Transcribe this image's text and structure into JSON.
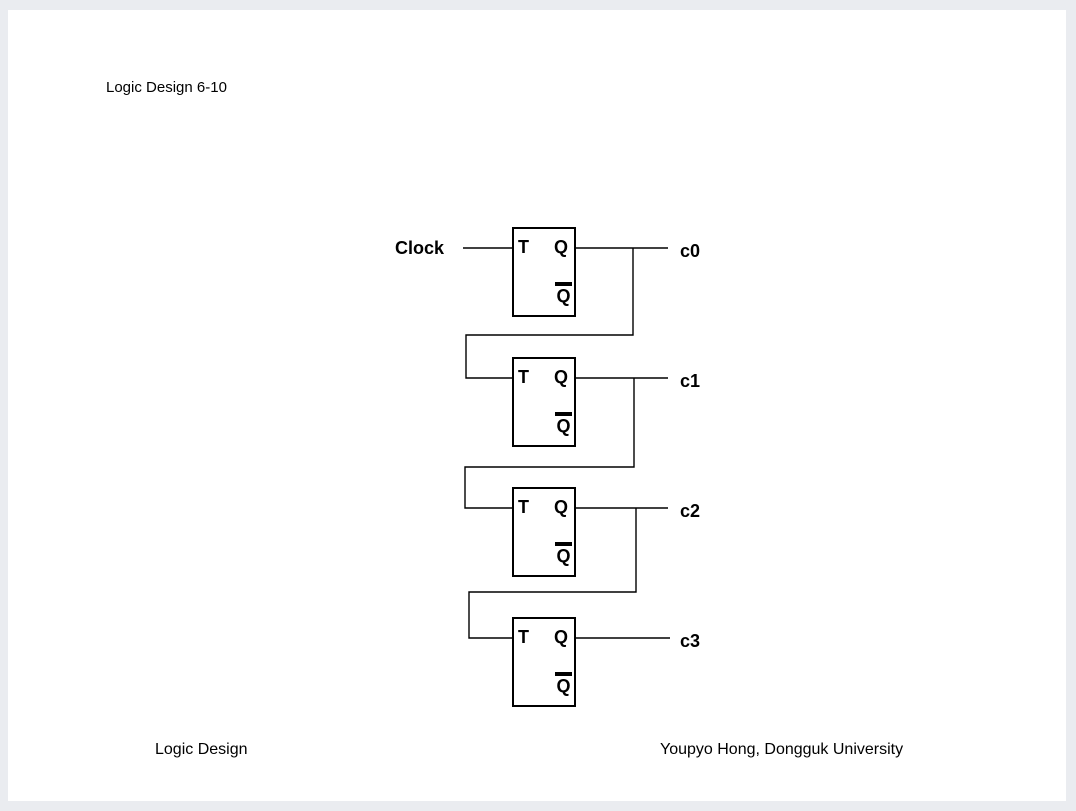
{
  "page": {
    "title": "Logic Design 6-10",
    "footer_left": "Logic Design",
    "footer_right": "Youpyo Hong, Dongguk University"
  },
  "colors": {
    "canvas_background": "#eaecf0",
    "slide_background": "#ffffff",
    "ink": "#000000"
  },
  "diagram": {
    "description": "4-bit ripple counter made of T flip-flops",
    "clock_label": "Clock",
    "flipflops": [
      {
        "t": "T",
        "q": "Q",
        "qbar": "Q",
        "output": "c0"
      },
      {
        "t": "T",
        "q": "Q",
        "qbar": "Q",
        "output": "c1"
      },
      {
        "t": "T",
        "q": "Q",
        "qbar": "Q",
        "output": "c2"
      },
      {
        "t": "T",
        "q": "Q",
        "qbar": "Q",
        "output": "c3"
      }
    ]
  }
}
